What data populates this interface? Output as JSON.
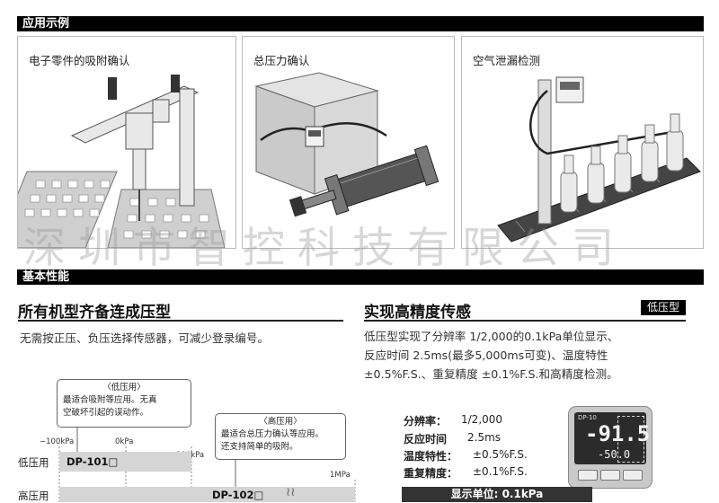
{
  "sections": {
    "applications_title": "应用示例",
    "basic_title": "基本性能"
  },
  "applications": [
    {
      "caption": "电子零件的吸附确认",
      "image_icon": "pick-and-place-robot-icon"
    },
    {
      "caption": "总压力确认",
      "image_icon": "pneumatic-cylinder-icon"
    },
    {
      "caption": "空气泄漏检测",
      "image_icon": "bottle-conveyor-icon"
    }
  ],
  "watermark": "深圳市智控科技有限公司",
  "left": {
    "heading": "所有机型齐备连成压型",
    "body": "无需按正压、负压选择传感器，可减少登录编号。",
    "callout_low": {
      "title": "〈低压用〉",
      "line1": "最适合吸附等应用。无真",
      "line2": "空破坏引起的误动作。"
    },
    "callout_high": {
      "title": "〈高压用〉",
      "line1": "最适合总压力确认等应用。",
      "line2": "还支持简单的吸附。"
    },
    "scale": {
      "neg100": "−100kPa",
      "zero": "0kPa",
      "p100": "100kPa",
      "mpa": "1MPa"
    },
    "rows": [
      {
        "label": "低压用",
        "model": "DP-101□"
      },
      {
        "label": "高压用",
        "model": "DP-102□"
      }
    ]
  },
  "right": {
    "heading": "实现高精度传感",
    "badge": "低压型",
    "body_line1": "低压型实现了分辨率 1/2,000的0.1kPa单位显示、",
    "body_line2": "反应时间 2.5ms(最多5,000ms可变)、温度特性",
    "body_line3": "±0.5%F.S.、重复精度 ±0.1%F.S.和高精度检测。",
    "specs": [
      {
        "label": "分辨率：",
        "value": "1/2,000"
      },
      {
        "label": "反应时间",
        "value": "2.5ms"
      },
      {
        "label": "温度特性：",
        "value": "±0.5%F.S."
      },
      {
        "label": "重复精度：",
        "value": "±0.1%F.S."
      }
    ],
    "display": {
      "main": "-91.5",
      "sub": "-50.0",
      "model": "DP-10"
    },
    "footer": "显示单位: 0.1kPa"
  }
}
